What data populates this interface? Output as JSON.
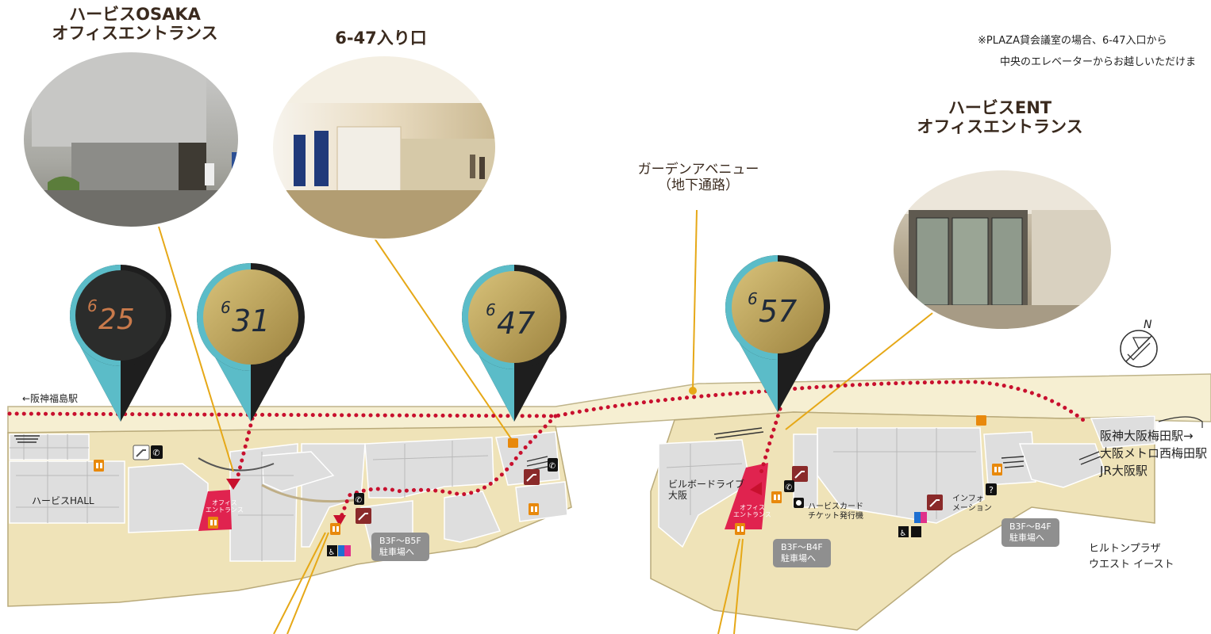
{
  "photo_labels": {
    "osaka": "ハービスOSAKA\nオフィスエントランス",
    "entrance_647": "6-47入り口",
    "ent": "ハービスENT\nオフィスエントランス",
    "garden_avenue": "ガーデンアベニュー\n（地下通路）"
  },
  "note": {
    "line1": "※PLAZA貸会議室の場合、6-47入口から",
    "line2": "中央のエレベーターからお越しいただけま"
  },
  "pins": [
    {
      "prefix": "6",
      "num": "25"
    },
    {
      "prefix": "6",
      "num": "31"
    },
    {
      "prefix": "6",
      "num": "47"
    },
    {
      "prefix": "6",
      "num": "57"
    }
  ],
  "map_labels": {
    "hanshin_fukushima": "←阪神福島駅",
    "herbis_hall": "ハービスHALL",
    "office_entrance": "オフィス\nエントランス",
    "billboard_live": "ビルボードライブ\n大阪",
    "card_ticket": "ハービスカード\nチケット発行機",
    "information": "インフォ\nメーション",
    "stations": "阪神大阪梅田駅→\n大阪メトロ西梅田駅\nJR大阪駅",
    "hilton_plaza": "ヒルトンプラザ\nウエスト イースト"
  },
  "parking_tags": {
    "b3_b5": "B3F～B5F\n駐車場へ",
    "b3_b4_center": "B3F～B4F\n駐車場へ",
    "b3_b4_right": "B3F～B4F\n駐車場へ"
  },
  "compass": {
    "north": "N"
  },
  "colors": {
    "route": "#c8102e",
    "lead_line": "#e6a817",
    "pin_teal": "#5bbcc8",
    "pin_dark": "#1e1e1e",
    "corridor": "#f6efd2",
    "floor": "#efe3b8",
    "building": "#dedede",
    "entrance": "#e0234f",
    "elevator_icon": "#e8890c",
    "escalator_icon": "#8a2a2a"
  }
}
